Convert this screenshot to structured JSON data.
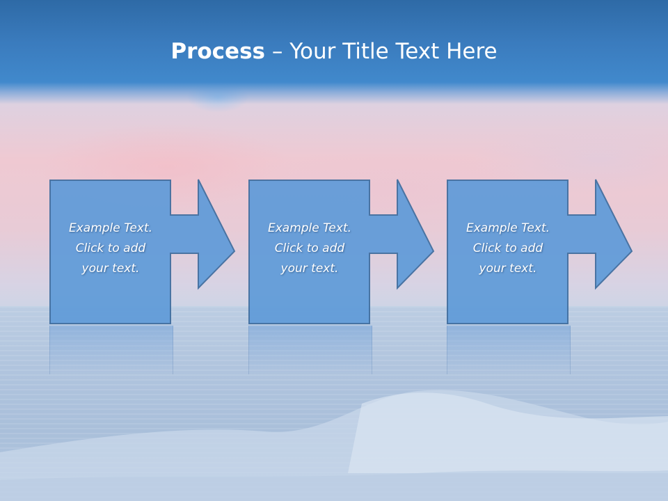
{
  "title": {
    "bold": "Process",
    "rest": " – Your Title Text Here"
  },
  "steps": [
    {
      "lines": [
        "Example Text.",
        "Click  to add",
        "your text."
      ]
    },
    {
      "lines": [
        "Example Text.",
        "Click  to add",
        "your text."
      ]
    },
    {
      "lines": [
        "Example Text.",
        "Click  to add",
        "your text."
      ]
    }
  ],
  "colors": {
    "title_band": "#3a7bbd",
    "box_fill": "#5f9bd9",
    "box_border": "#3d6c9e",
    "text": "#ffffff"
  }
}
